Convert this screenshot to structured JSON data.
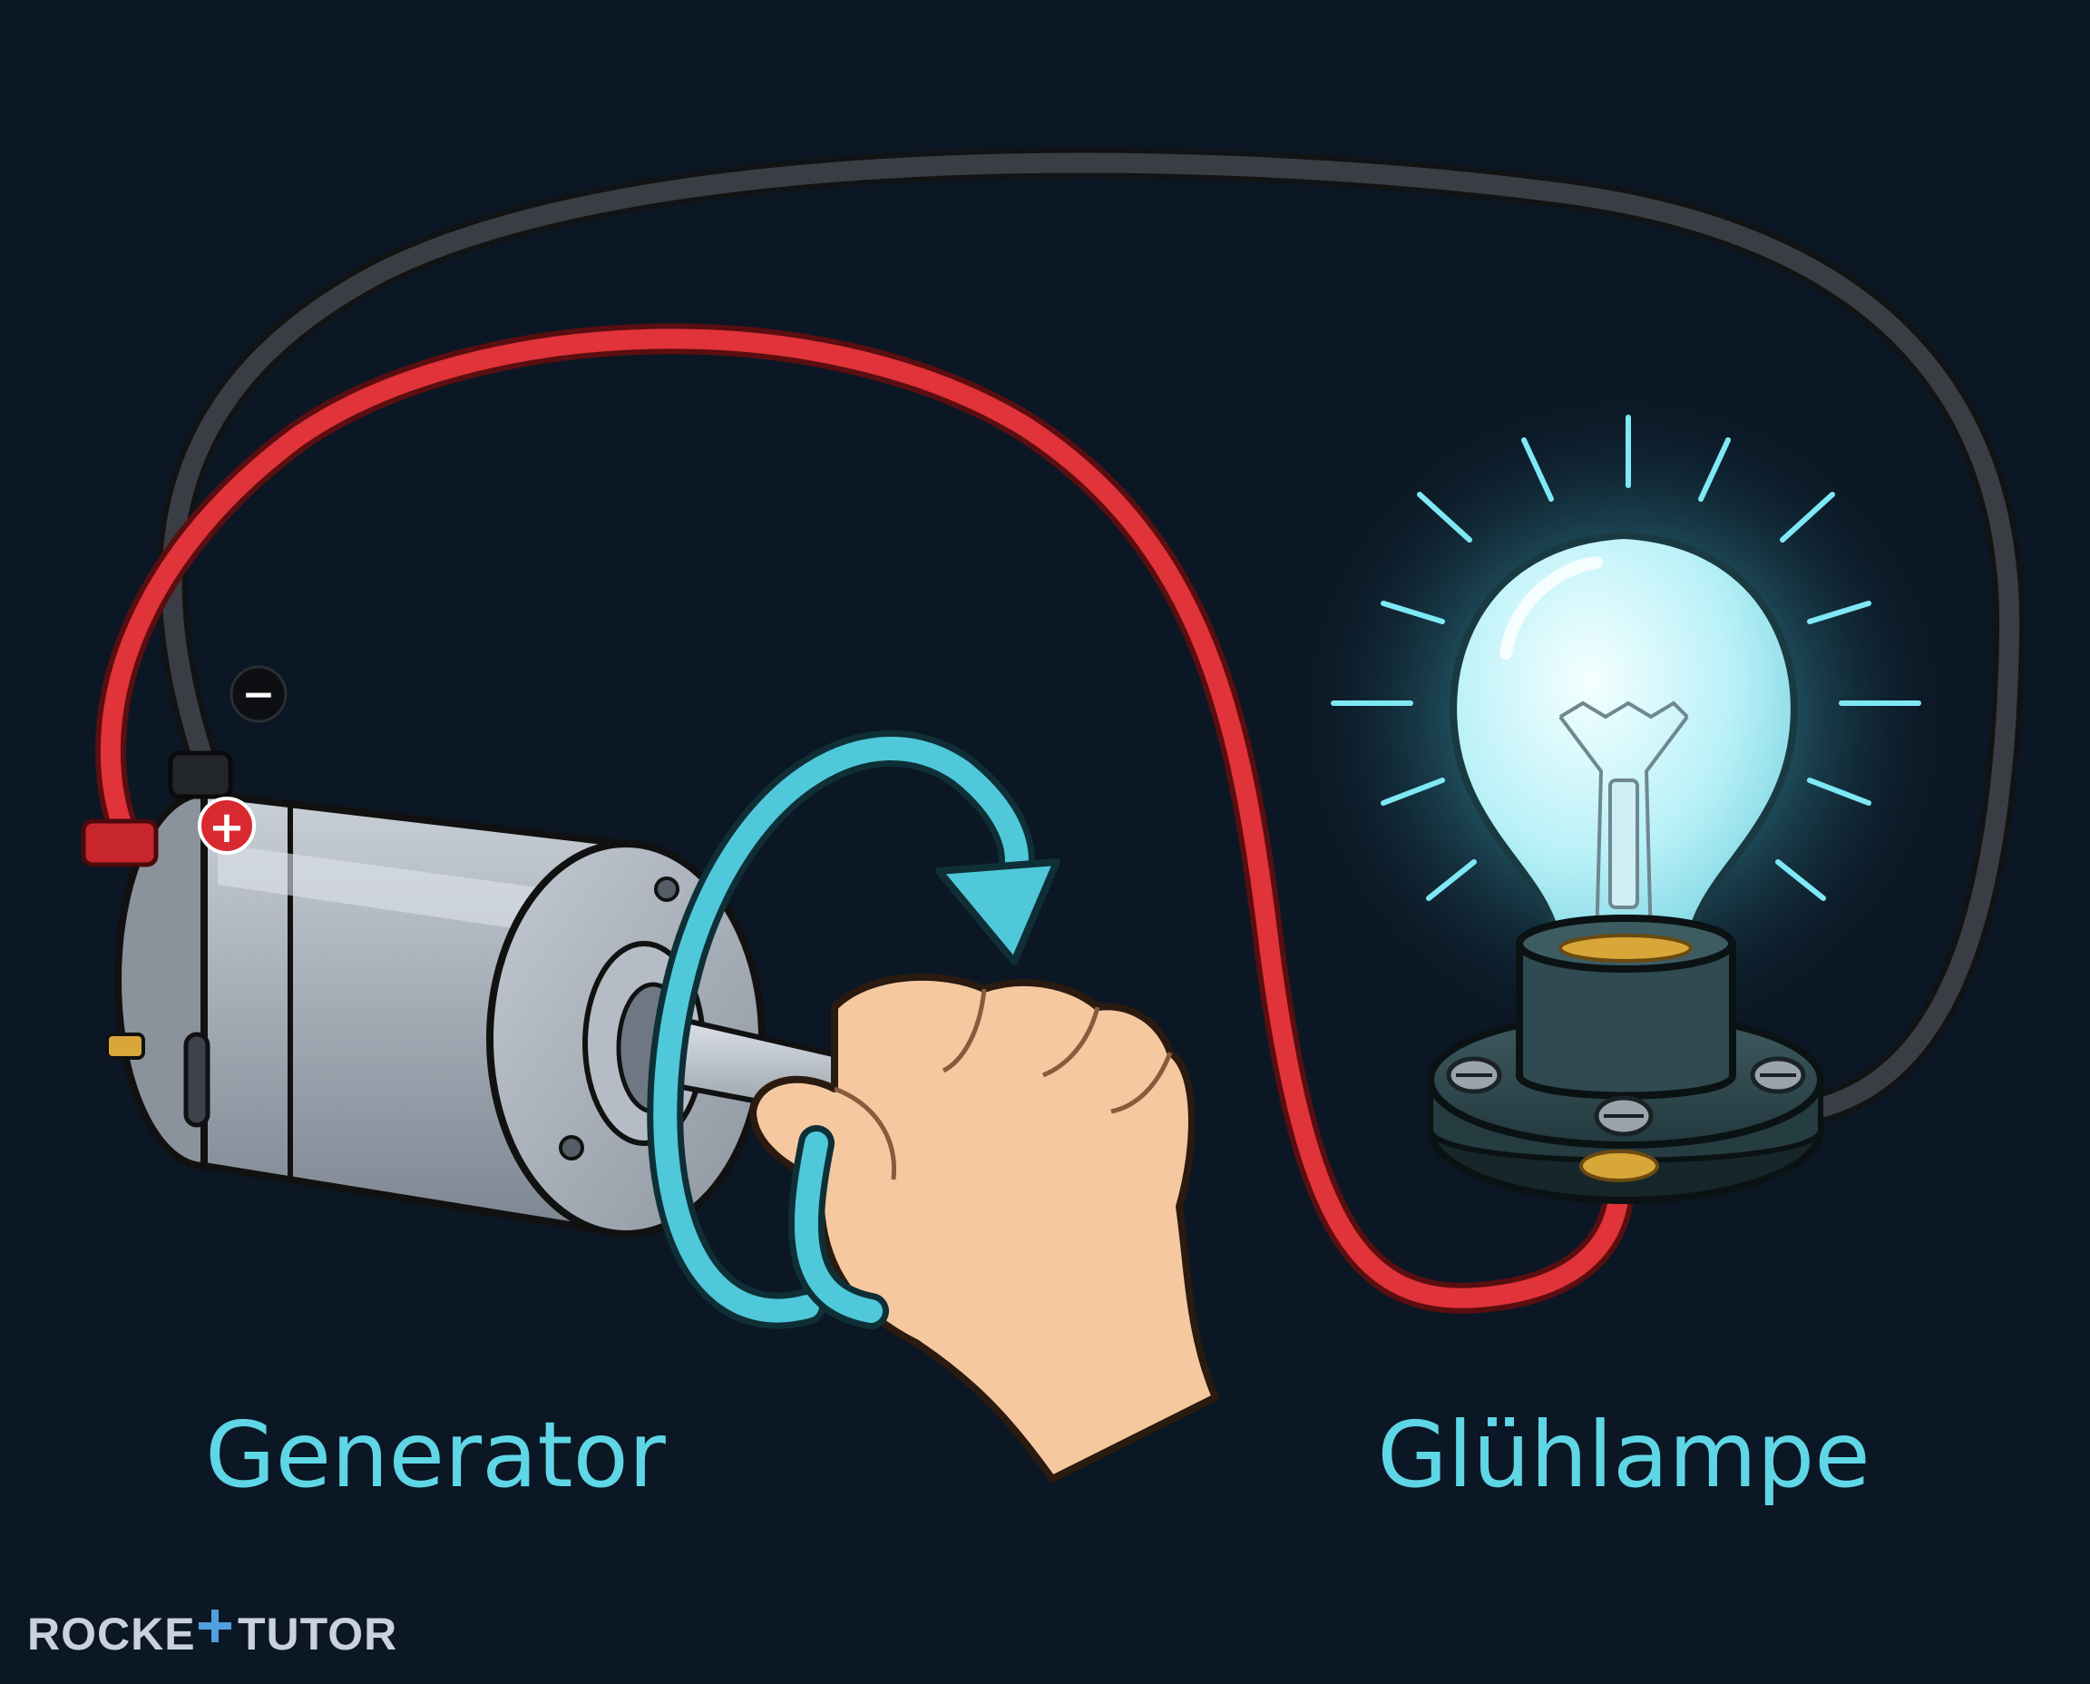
{
  "labels": {
    "generator": "Generator",
    "lamp": "Glühlampe"
  },
  "terminals": {
    "negative": "−",
    "positive": "+"
  },
  "brand": {
    "part1": "ROCKE",
    "part2": "TUTOR"
  },
  "colors": {
    "background": "#0b1724",
    "label": "#5fd6e6",
    "rotation_arrow": "#4fc8da",
    "red_wire": "#e0333a",
    "black_wire": "#2b2e32",
    "bulb_glow": "#7fe8f5",
    "hand": "#f5c8a0"
  }
}
